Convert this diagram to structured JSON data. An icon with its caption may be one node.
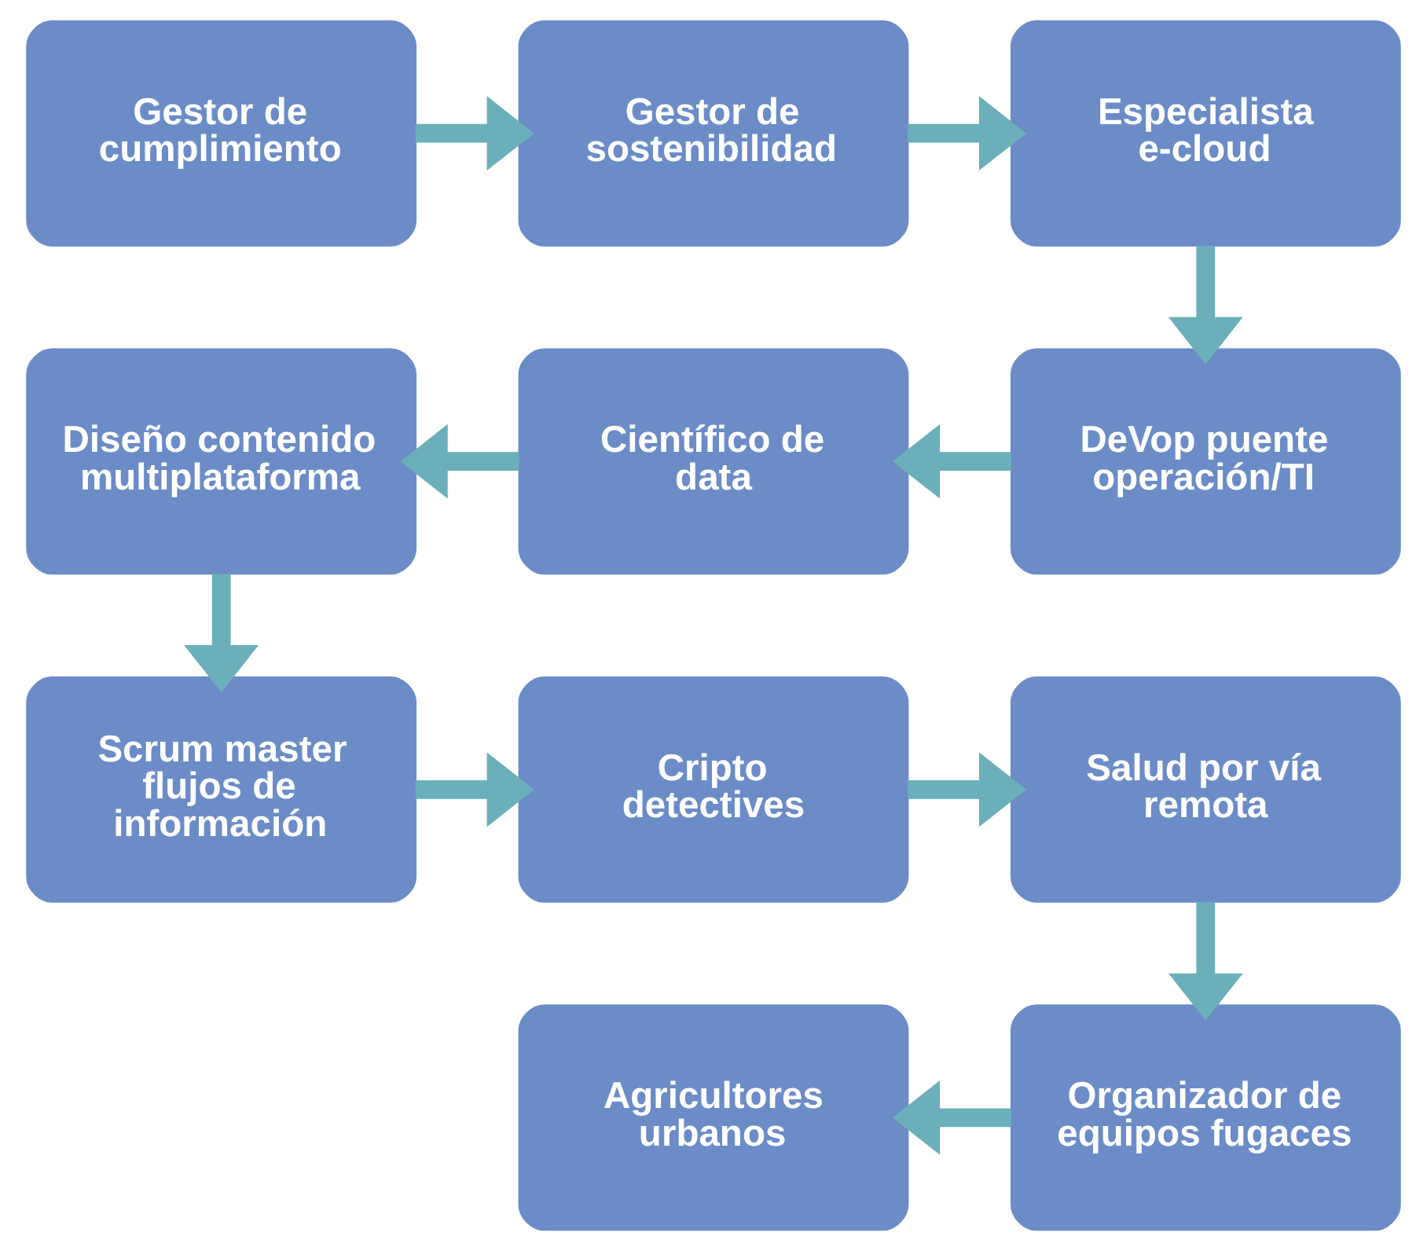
{
  "diagram": {
    "nodes": [
      {
        "text": [
          "Gestor de cumplimiento"
        ]
      },
      {
        "text": [
          "Gestor de sostenibilidad"
        ]
      },
      {
        "text": [
          "Especialista e-cloud"
        ]
      },
      {
        "text": [
          "DeVop puente operación/TI"
        ]
      },
      {
        "text": [
          "Científico de data"
        ]
      },
      {
        "text": [
          "Diseño contenido multiplataforma"
        ]
      },
      {
        "text": [
          "Scrum master flujos de información"
        ]
      },
      {
        "text": [
          "Cripto detectives"
        ]
      },
      {
        "text": [
          "Salud por vía remota"
        ]
      },
      {
        "text": [
          "Organizador de equipos fugaces"
        ]
      },
      {
        "text": [
          "Agricultores urbanos"
        ]
      }
    ],
    "edges": [
      {
        "from": 0,
        "to": 1,
        "arrow": "to"
      },
      {
        "from": 1,
        "to": 2,
        "arrow": "to"
      },
      {
        "from": 2,
        "to": 3,
        "arrow": "to"
      },
      {
        "from": 3,
        "to": 4,
        "arrow": "to"
      },
      {
        "from": 4,
        "to": 5,
        "arrow": "to"
      },
      {
        "from": 5,
        "to": 6,
        "arrow": "to"
      },
      {
        "from": 6,
        "to": 7,
        "arrow": "to"
      },
      {
        "from": 7,
        "to": 8,
        "arrow": "to"
      },
      {
        "from": 8,
        "to": 9,
        "arrow": "to"
      },
      {
        "from": 9,
        "to": 10,
        "arrow": "to"
      }
    ]
  }
}
